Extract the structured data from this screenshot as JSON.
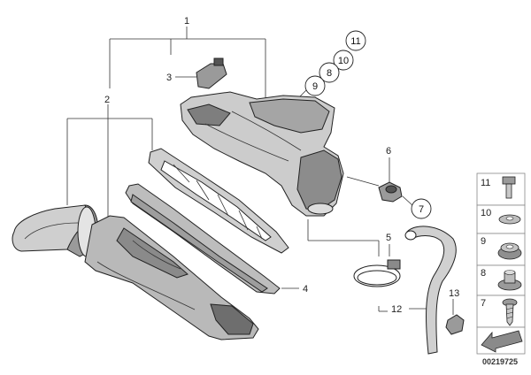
{
  "diagram": {
    "callouts": {
      "c1": "1",
      "c2": "2",
      "c3": "3",
      "c4": "4",
      "c5": "5",
      "c6": "6",
      "c7": "7",
      "c8": "8",
      "c9": "9",
      "c10": "10",
      "c11": "11",
      "c12": "12",
      "c13": "13"
    },
    "side_panel": {
      "items": [
        {
          "label": "11"
        },
        {
          "label": "10"
        },
        {
          "label": "9"
        },
        {
          "label": "8"
        },
        {
          "label": "7"
        }
      ]
    },
    "drawing_code": "00219725",
    "colors": {
      "line": "#222222",
      "fill_light": "#d9d9d9",
      "fill_mid": "#b5b5b5",
      "fill_dark": "#7a7a7a"
    }
  }
}
